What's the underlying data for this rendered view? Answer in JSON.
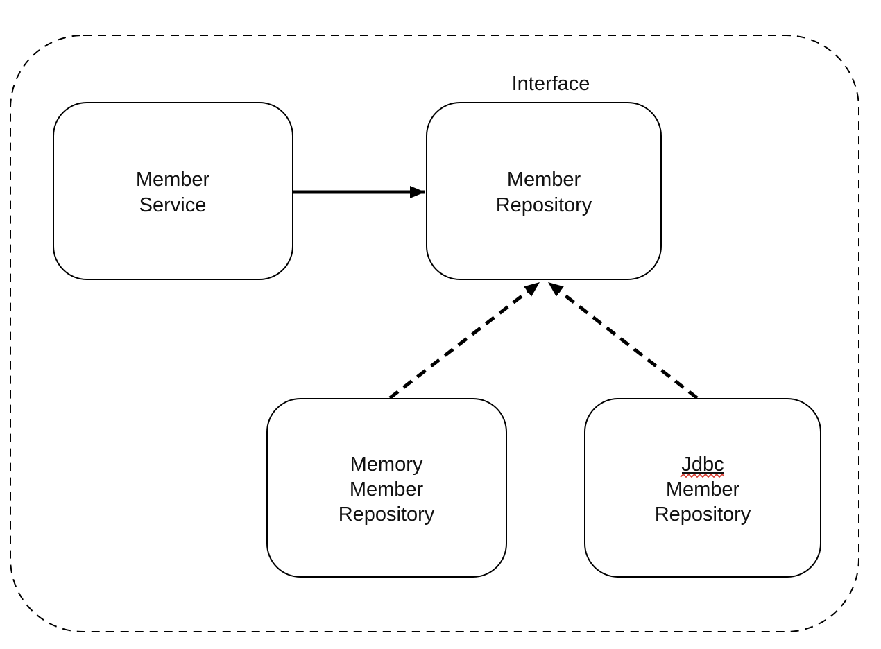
{
  "diagram": {
    "colors": {
      "line": "#000000",
      "text": "#111111",
      "node_fill": "#ffffff",
      "background": "#ffffff",
      "spellcheck_underline": "#d63a2f"
    },
    "nodes": [
      {
        "id": "member-service",
        "lines": [
          "Member",
          "Service"
        ]
      },
      {
        "id": "member-repository",
        "lines": [
          "Member",
          "Repository"
        ],
        "annotation": "Interface"
      },
      {
        "id": "memory-member-repository",
        "lines": [
          "Memory",
          "Member",
          "Repository"
        ]
      },
      {
        "id": "jdbc-member-repository",
        "lines": [
          "Jdbc",
          "Member",
          "Repository"
        ],
        "underlined_word": "Jdbc"
      }
    ],
    "edges": [
      {
        "id": "member-service-to-member-repository",
        "style": "solid",
        "arrowhead": "filled"
      },
      {
        "id": "memory-member-repository-to-member-repository",
        "style": "dashed",
        "arrowhead": "filled"
      },
      {
        "id": "jdbc-member-repository-to-member-repository",
        "style": "dashed",
        "arrowhead": "filled"
      }
    ]
  }
}
